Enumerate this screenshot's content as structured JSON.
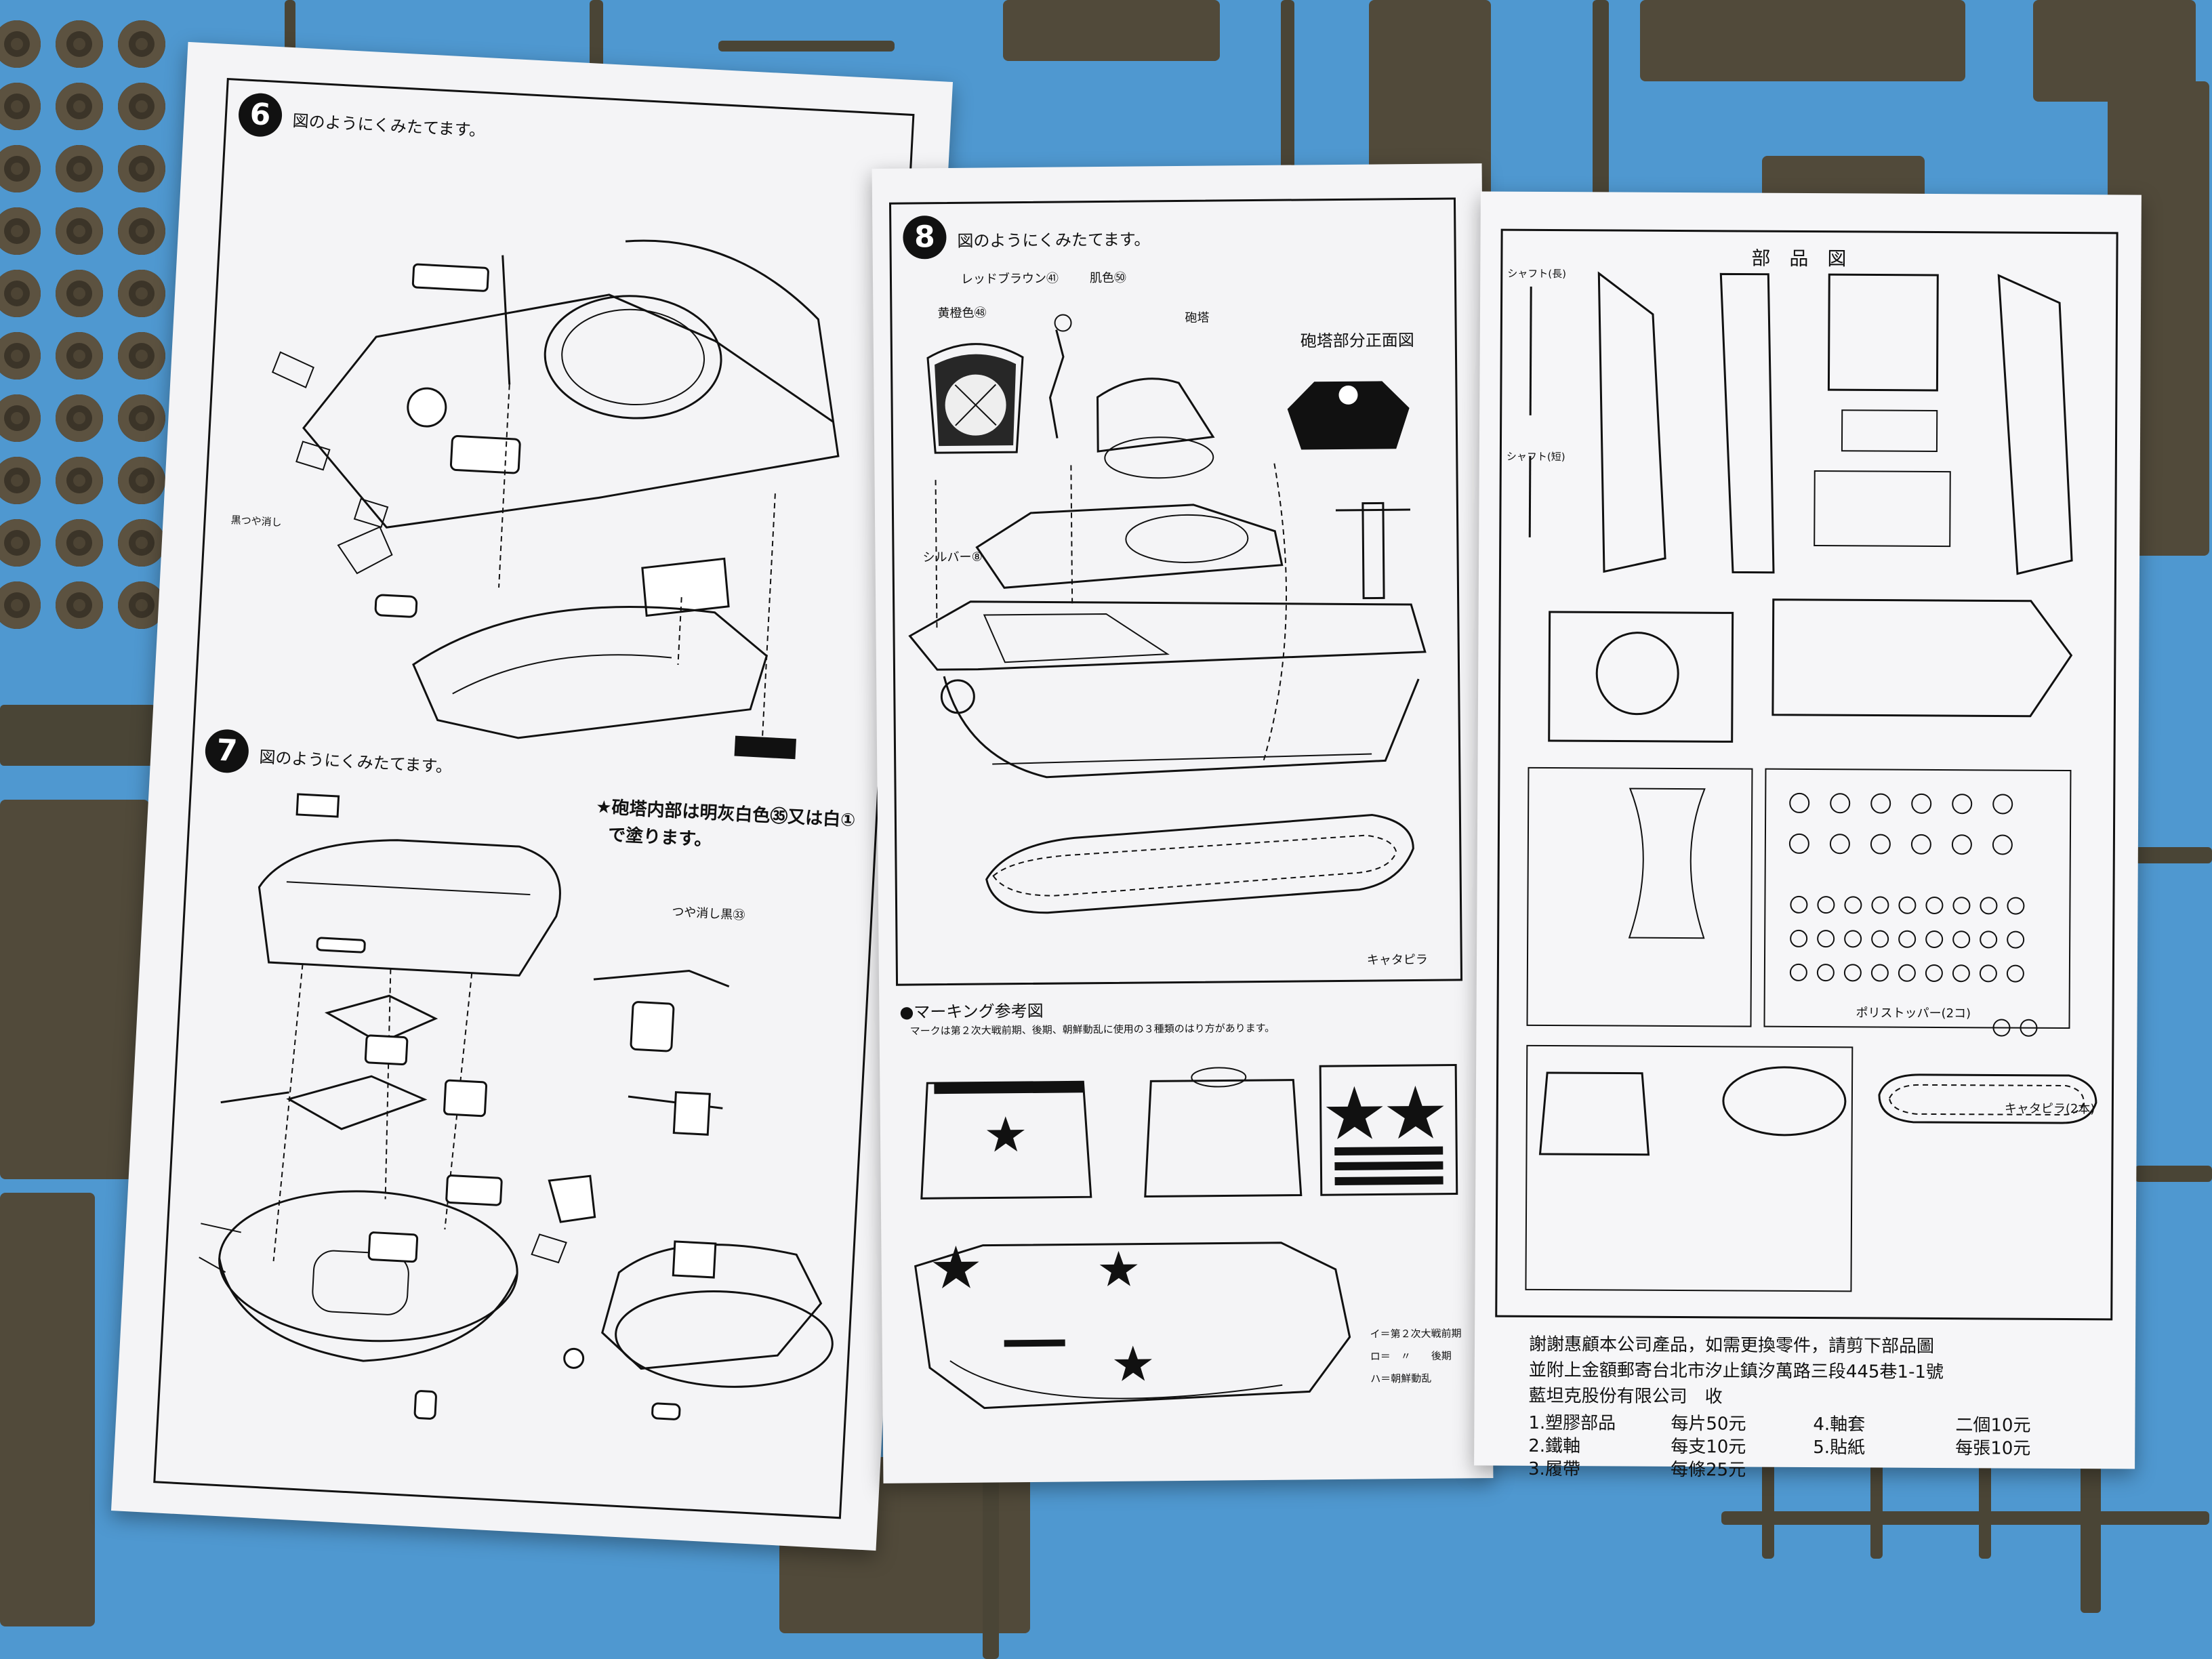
{
  "left_page": {
    "step6": {
      "number": "6",
      "text": "図のようにくみたてます。",
      "label_matte_black": "黒つや消し"
    },
    "step7": {
      "number": "7",
      "text": "図のようにくみたてます。",
      "note_line1": "★砲塔内部は明灰白色㉟又は白①",
      "note_line2": "で塗ります。",
      "label_matte_black": "つや消し黒㉝"
    }
  },
  "middle_page": {
    "step8": {
      "number": "8",
      "text": "図のようにくみたてます。",
      "label_red_brown": "レッドブラウン㊶",
      "label_flesh": "肌色㊿",
      "label_yellow_orange": "黄橙色㊽",
      "label_turret": "砲塔",
      "label_turret_front": "砲塔部分正面図",
      "label_silver": "シルバー⑧",
      "label_track": "キャタピラ"
    },
    "marking": {
      "title": "●マーキング参考図",
      "desc": "マークは第２次大戦前期、後期、朝鮮動乱に使用の３種類のはり方があります。",
      "legend_i": "イ＝第２次大戦前期",
      "legend_ro": "ロ＝　〃　　後期",
      "legend_ha": "ハ＝朝鮮動乱"
    }
  },
  "right_page": {
    "title": "部　品　図",
    "label_shaft_long": "シャフト(長)",
    "label_shaft_short": "シャフト(短)",
    "label_polystopper": "ポリストッパー(2コ)",
    "label_tracks": "キャタピラ(2本)",
    "order_line1": "謝謝惠顧本公司產品，如需更換零件，請剪下部品圖",
    "order_line2": "並附上金額郵寄台北市汐止鎮汐萬路三段445巷1-1號",
    "order_line3": "藍坦克股份有限公司　收",
    "prices": [
      {
        "item": "1.塑膠部品",
        "price": "每片50元"
      },
      {
        "item": "2.鐵軸",
        "price": "每支10元"
      },
      {
        "item": "3.履帶",
        "price": "每條25元"
      },
      {
        "item": "4.軸套",
        "price": "二個10元"
      },
      {
        "item": "5.貼紙",
        "price": "每張10元"
      }
    ]
  },
  "colors": {
    "background": "#4f98d0",
    "paper": "#f4f4f6",
    "ink": "#111111",
    "sprue": "#4a4536"
  }
}
